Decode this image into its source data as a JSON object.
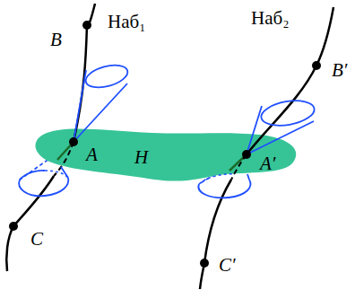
{
  "diagram": {
    "labels": [
      "Наб₁",
      "B",
      "A",
      "H",
      "C",
      "Наб₂",
      "B′",
      "A′",
      "C′"
    ]
  }
}
